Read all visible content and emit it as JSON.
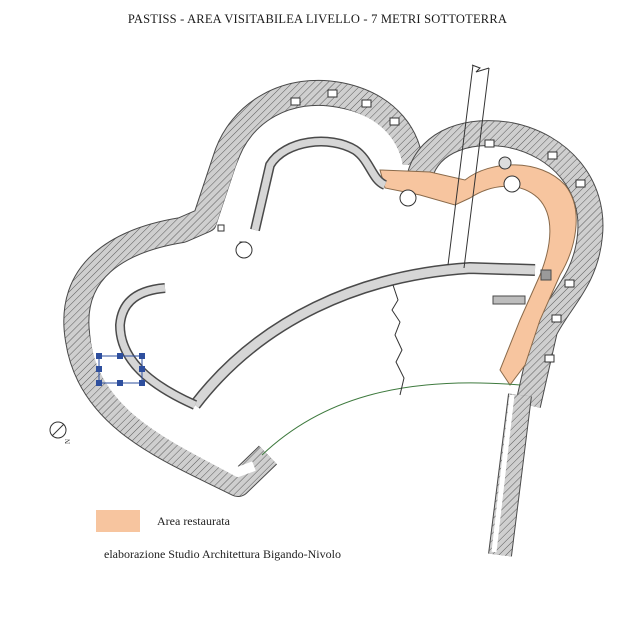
{
  "title": "PASTISS - AREA VISITABILEA LIVELLO - 7 METRI SOTTOTERRA",
  "legend": {
    "label": "Area restaurata",
    "color": "#f7c59f"
  },
  "credit": "elaborazione Studio Architettura Bigando-Nivolo",
  "north_marker": "N",
  "colors": {
    "wall_fill": "#c8c8c8",
    "wall_stroke": "#4a4a4a",
    "restored_area": "#f7c59f",
    "arc_line": "#3e7a3e",
    "selection_handles": "#2e4f9e"
  },
  "icons": [
    "north-arrow-icon"
  ]
}
